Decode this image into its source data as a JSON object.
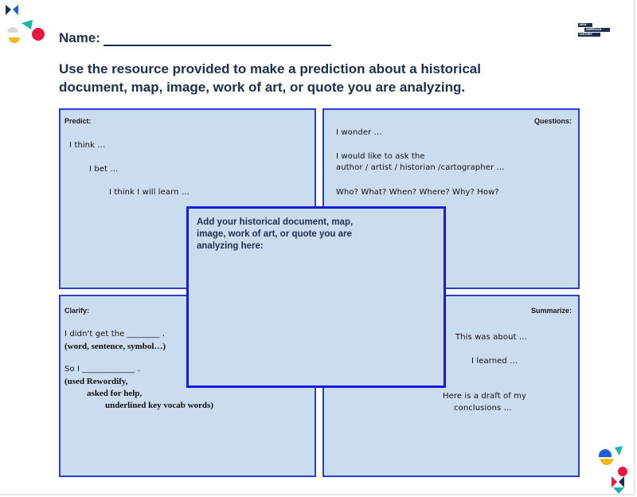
{
  "header": {
    "name_label": "Name:",
    "instructions": "Use the resource provided to make a prediction about a historical document, map, image, work of art, or quote you are analyzing."
  },
  "logo": {
    "line1": "NEW",
    "line2": "AMERICAN",
    "line3": "HISTORY"
  },
  "predict": {
    "title": "Predict:",
    "lines": [
      "I think …",
      "I bet …",
      "I think I will learn …"
    ]
  },
  "questions": {
    "title": "Questions:",
    "lines": [
      "I wonder …",
      "I would like to ask the",
      "author / artist / historian /cartographer …",
      "Who? What? When? Where? Why? How?"
    ]
  },
  "clarify": {
    "title": "Clarify:",
    "line1": "I didn't get the ________ .",
    "line2": "(word, sentence, symbol…)",
    "line3": "So I _____________ .",
    "line4": "(used Rewordify,",
    "line5": "asked for help,",
    "line6": "underlined key vocab words)"
  },
  "summarize": {
    "title": "Summarize:",
    "lines": [
      "This was about …",
      "I learned …",
      "Here is a draft of my",
      "conclusions …"
    ]
  },
  "center": {
    "text": "Add your historical document, map, image, work of art, or quote you are analyzing here:"
  },
  "colors": {
    "box_fill": "#ccdcef",
    "box_border": "#2c3fd4",
    "center_border": "#1919d8",
    "heading_text": "#1d2e4f",
    "accent_red": "#e8173f",
    "accent_teal": "#19b5a8",
    "accent_blue": "#1c5fd8",
    "accent_yellow": "#f2b81b"
  },
  "icons": [
    "nah-logo-mark",
    "nah-wordmark",
    "decorative-shapes"
  ]
}
